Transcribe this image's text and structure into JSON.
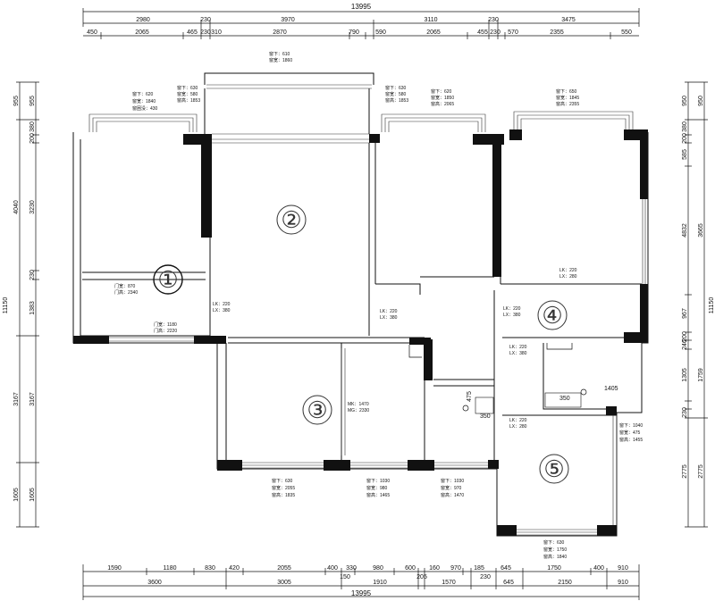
{
  "dims": {
    "top_total": "13995",
    "top_row1": [
      "2980",
      "230",
      "3970",
      "3110",
      "230",
      "3475"
    ],
    "top_row2": [
      "450",
      "2065",
      "465",
      "230",
      "310",
      "2870",
      "790",
      "590",
      "2065",
      "455",
      "230",
      "570",
      "2355",
      "550"
    ],
    "bottom_row1": [
      "1590",
      "1180",
      "830",
      "420",
      "2055",
      "400",
      "330",
      "980",
      "600",
      "160",
      "970",
      "185",
      "645",
      "1750",
      "400",
      "910"
    ],
    "bottom_row2": [
      "3600",
      "3005",
      "150",
      "1910",
      "205",
      "1570",
      "230",
      "645",
      "2150",
      "910"
    ],
    "bottom_total": "13995",
    "left_outer": [
      "955",
      "4040",
      "11150",
      "3167",
      "1605"
    ],
    "left_inner": [
      "955",
      "380",
      "200",
      "3230",
      "230",
      "1383",
      "3167",
      "1605"
    ],
    "right_outer": [
      "950",
      "3665",
      "11150",
      "2775"
    ],
    "right_inner": [
      "950",
      "380",
      "200",
      "585",
      "4832",
      "967",
      "200",
      "246",
      "1305",
      "1759",
      "230",
      "2775"
    ]
  },
  "notes": {
    "w_top_mid": [
      "窗下：610",
      "窗宽：1860"
    ],
    "w_tl_a": [
      "窗下：620",
      "窗宽：1840",
      "窗困没：430"
    ],
    "w_tl_b": [
      "窗下：630",
      "窗宽：580",
      "窗高：1853"
    ],
    "w_tm_b": [
      "窗下：630",
      "窗宽：580",
      "窗高：1853"
    ],
    "w_tm_c": [
      "窗下：620",
      "窗宽：1850",
      "窗高：2065"
    ],
    "w_tr": [
      "窗下：650",
      "窗宽：1845",
      "窗高：2355"
    ],
    "door1": [
      "门宽：870",
      "门高：2340"
    ],
    "door2": [
      "门宽：1180",
      "门高：2220"
    ],
    "lk_room2": [
      "LK：220",
      "LX：380"
    ],
    "lk_room2b": [
      "LK：220",
      "LX：380"
    ],
    "lk_room3": [
      "LK：220",
      "LX：280"
    ],
    "lk_mid": [
      "LK：220",
      "LX：380"
    ],
    "lk_bath": [
      "LK：220",
      "LX：380"
    ],
    "lk_room5": [
      "LK：220",
      "LX：280"
    ],
    "mk_room3": [
      "MK：1470",
      "MG：2330"
    ],
    "w_bot1": [
      "窗下：630",
      "窗宽：2055",
      "窗高：1835"
    ],
    "w_bot2": [
      "窗下：1030",
      "窗宽：980",
      "窗高：1465"
    ],
    "w_bot3": [
      "窗下：1030",
      "窗宽：970",
      "窗高：1470"
    ],
    "w_right5": [
      "窗下：1040",
      "窗宽：475",
      "窗高：1455"
    ],
    "w_bot5": [
      "窗下：630",
      "窗宽：1750",
      "窗高：1840"
    ],
    "fixture_475": "475",
    "fixture_350a": "350",
    "fixture_350b": "350",
    "fixture_1405": "1405"
  },
  "rooms": [
    "②",
    "③",
    "④",
    "⑤",
    "①"
  ]
}
